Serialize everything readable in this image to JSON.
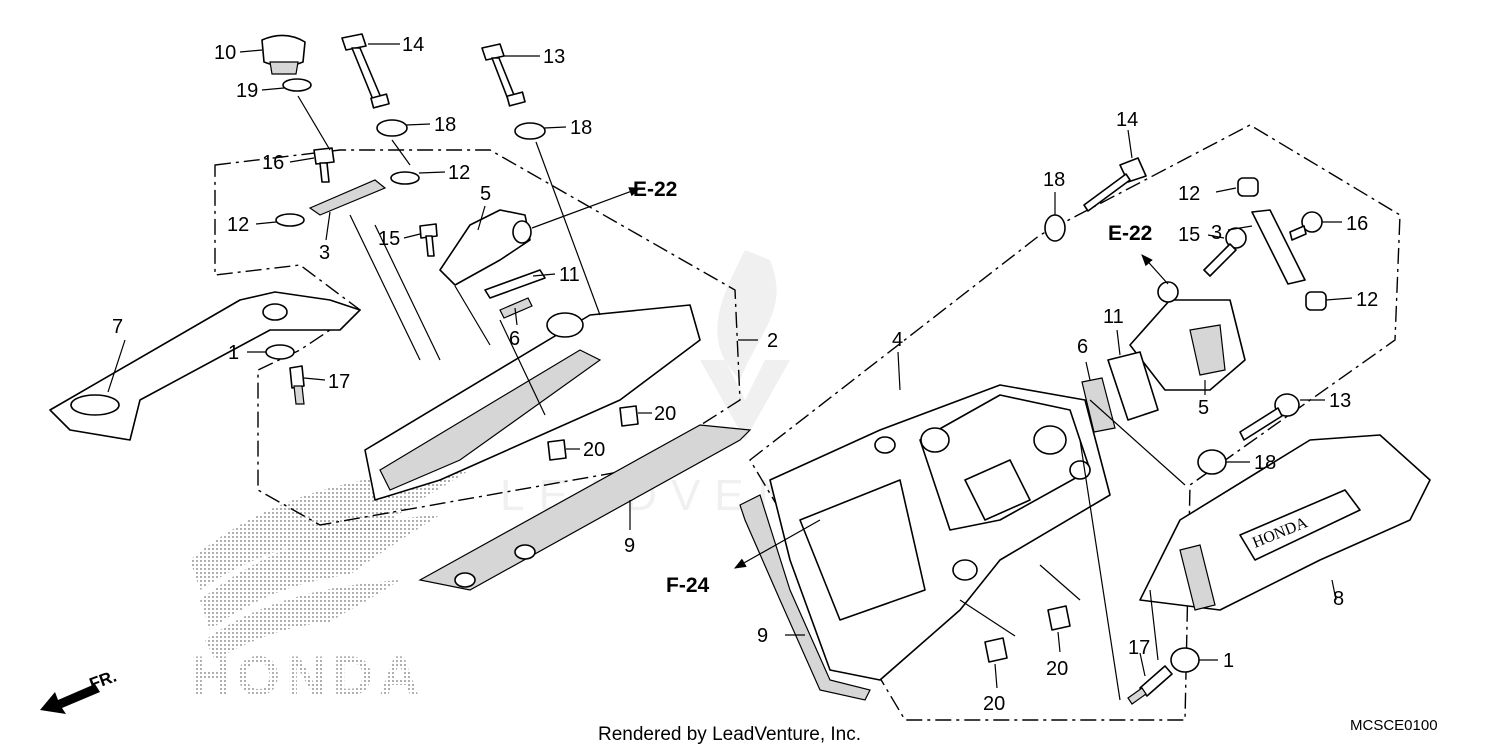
{
  "callouts": {
    "left": [
      {
        "id": "l10",
        "label": "10"
      },
      {
        "id": "l14",
        "label": "14"
      },
      {
        "id": "l13",
        "label": "13"
      },
      {
        "id": "l19",
        "label": "19"
      },
      {
        "id": "l18a",
        "label": "18"
      },
      {
        "id": "l18b",
        "label": "18"
      },
      {
        "id": "l16",
        "label": "16"
      },
      {
        "id": "l12a",
        "label": "12"
      },
      {
        "id": "l12b",
        "label": "12"
      },
      {
        "id": "l5",
        "label": "5"
      },
      {
        "id": "l3",
        "label": "3"
      },
      {
        "id": "l15",
        "label": "15"
      },
      {
        "id": "l11",
        "label": "11"
      },
      {
        "id": "l7",
        "label": "7"
      },
      {
        "id": "l6",
        "label": "6"
      },
      {
        "id": "l2",
        "label": "2"
      },
      {
        "id": "l1",
        "label": "1"
      },
      {
        "id": "l17",
        "label": "17"
      },
      {
        "id": "l20a",
        "label": "20"
      },
      {
        "id": "l20b",
        "label": "20"
      },
      {
        "id": "l9",
        "label": "9"
      }
    ],
    "right": [
      {
        "id": "r14",
        "label": "14"
      },
      {
        "id": "r18a",
        "label": "18"
      },
      {
        "id": "r12a",
        "label": "12"
      },
      {
        "id": "r3",
        "label": "3"
      },
      {
        "id": "r16",
        "label": "16"
      },
      {
        "id": "r15",
        "label": "15"
      },
      {
        "id": "r12b",
        "label": "12"
      },
      {
        "id": "r4",
        "label": "4"
      },
      {
        "id": "r11",
        "label": "11"
      },
      {
        "id": "r6",
        "label": "6"
      },
      {
        "id": "r5",
        "label": "5"
      },
      {
        "id": "r13",
        "label": "13"
      },
      {
        "id": "r18b",
        "label": "18"
      },
      {
        "id": "r8",
        "label": "8"
      },
      {
        "id": "r9",
        "label": "9"
      },
      {
        "id": "r17",
        "label": "17"
      },
      {
        "id": "r1",
        "label": "1"
      },
      {
        "id": "r20a",
        "label": "20"
      },
      {
        "id": "r20b",
        "label": "20"
      }
    ]
  },
  "references": {
    "e22_left": "E-22",
    "e22_right": "E-22",
    "f24": "F-24"
  },
  "orientation_label": "FR.",
  "brand_watermark": "HONDA",
  "cover_emblem": "HONDA",
  "center_watermark": "LEADVENTURE",
  "footer_credit": "Rendered by LeadVenture, Inc.",
  "diagram_code": "MCSCE0100"
}
